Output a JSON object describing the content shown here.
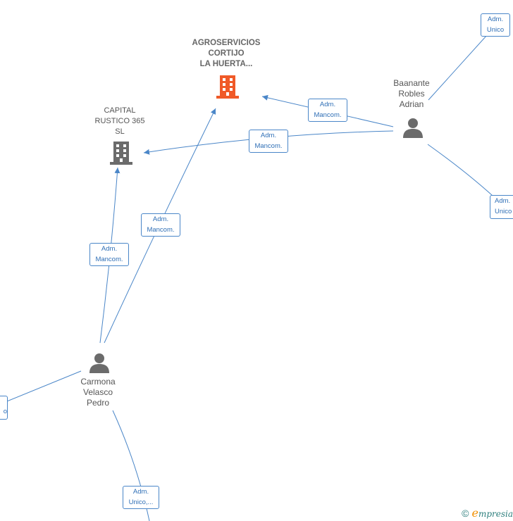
{
  "nodes": {
    "agroservicios": {
      "lines": [
        "AGROSERVICIOS",
        "CORTIJO",
        "LA HUERTA..."
      ],
      "icon": "building-icon",
      "color": "#f05a28"
    },
    "capital_rustico": {
      "lines": [
        "CAPITAL",
        "RUSTICO 365",
        "SL"
      ],
      "icon": "building-icon",
      "color": "#6b6b6b"
    },
    "baanante": {
      "lines": [
        "Baanante",
        "Robles",
        "Adrian"
      ],
      "icon": "person-icon",
      "color": "#6b6b6b"
    },
    "carmona": {
      "lines": [
        "Carmona",
        "Velasco",
        "Pedro"
      ],
      "icon": "person-icon",
      "color": "#6b6b6b"
    }
  },
  "edges": {
    "baanante_agro": [
      "Adm.",
      "Mancom."
    ],
    "baanante_capital": [
      "Adm.",
      "Mancom."
    ],
    "carmona_agro": [
      "Adm.",
      "Mancom."
    ],
    "carmona_capital": [
      "Adm.",
      "Mancom."
    ],
    "baanante_top_right": [
      "Adm.",
      "Unico"
    ],
    "baanante_right": [
      "Adm.",
      "Unico"
    ],
    "carmona_left": [
      "o"
    ],
    "carmona_bottom": [
      "Adm.",
      "Unico,..."
    ]
  },
  "footer": {
    "copyright": "©",
    "brand_initial": "e",
    "brand_rest": "mpresia"
  },
  "colors": {
    "edge": "#4a86c8",
    "accent": "#f05a28",
    "node": "#6b6b6b"
  }
}
